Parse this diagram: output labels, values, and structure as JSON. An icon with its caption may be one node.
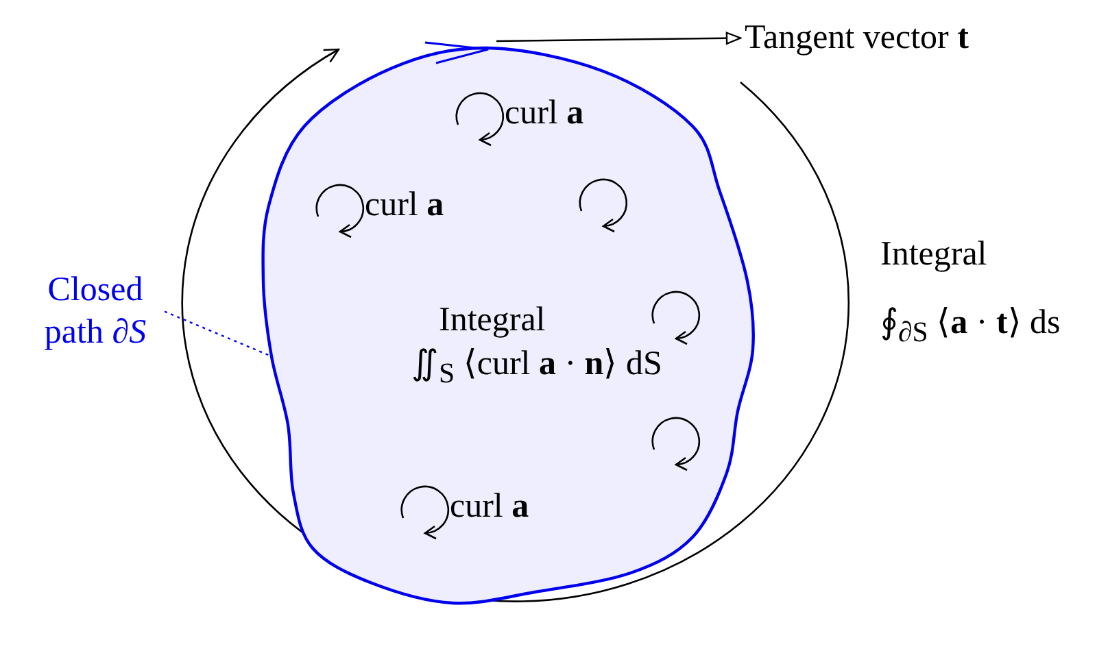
{
  "diagram": {
    "nodes": [
      {
        "text": [
          "Integral",
          "∬$_{S}$ ⟨curl **a** · **n**⟩ dS"
        ]
      },
      {
        "text": [
          "curl **a**"
        ],
        "in": 0
      },
      {
        "text": [
          "curl **a**"
        ],
        "in": 0
      },
      {
        "text": [],
        "shape": "circle",
        "in": 0
      },
      {
        "text": [],
        "shape": "circle",
        "in": 0
      },
      {
        "text": [],
        "shape": "circle",
        "in": 0
      },
      {
        "text": [
          "curl **a**"
        ],
        "in": 0
      },
      {
        "text": [
          "Tangent vector **t**"
        ]
      },
      {
        "text": [
          "Closed path ∂*S*"
        ]
      }
    ],
    "edges": [
      {
        "from": 0,
        "to": 7,
        "arrow": "to"
      },
      {
        "from": 8,
        "to": 0,
        "arrow": "none",
        "style": "dashed",
        "color": "#0000ff"
      }
    ],
    "labels": [
      "Integral",
      "∮$_{∂S}$ ⟨**a** · **t**⟩ ds"
    ]
  }
}
